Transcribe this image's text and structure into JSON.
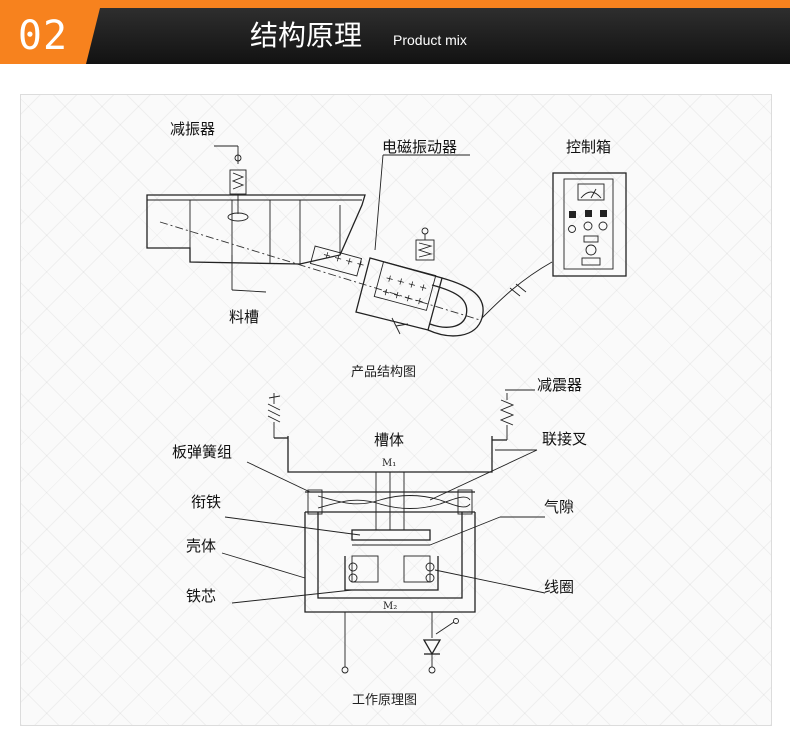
{
  "header": {
    "number": "02",
    "title": "结构原理",
    "subtitle": "Product mix"
  },
  "colors": {
    "accent": "#f7821e",
    "header_bg": "#1e1e1e",
    "line": "#222222"
  },
  "diagram_top": {
    "labels": {
      "damper": "减振器",
      "vibrator": "电磁振动器",
      "control_box": "控制箱",
      "trough": "料槽"
    },
    "caption": "产品结构图"
  },
  "diagram_bottom": {
    "labels": {
      "damper": "减震器",
      "trough_body": "槽体",
      "connecting_fork": "联接叉",
      "leaf_spring_group": "板弹簧组",
      "armature": "衔铁",
      "air_gap": "气隙",
      "housing": "壳体",
      "coil": "线圈",
      "iron_core": "铁芯",
      "mass_1": "M₁",
      "mass_2": "M₂"
    },
    "caption": "工作原理图"
  }
}
